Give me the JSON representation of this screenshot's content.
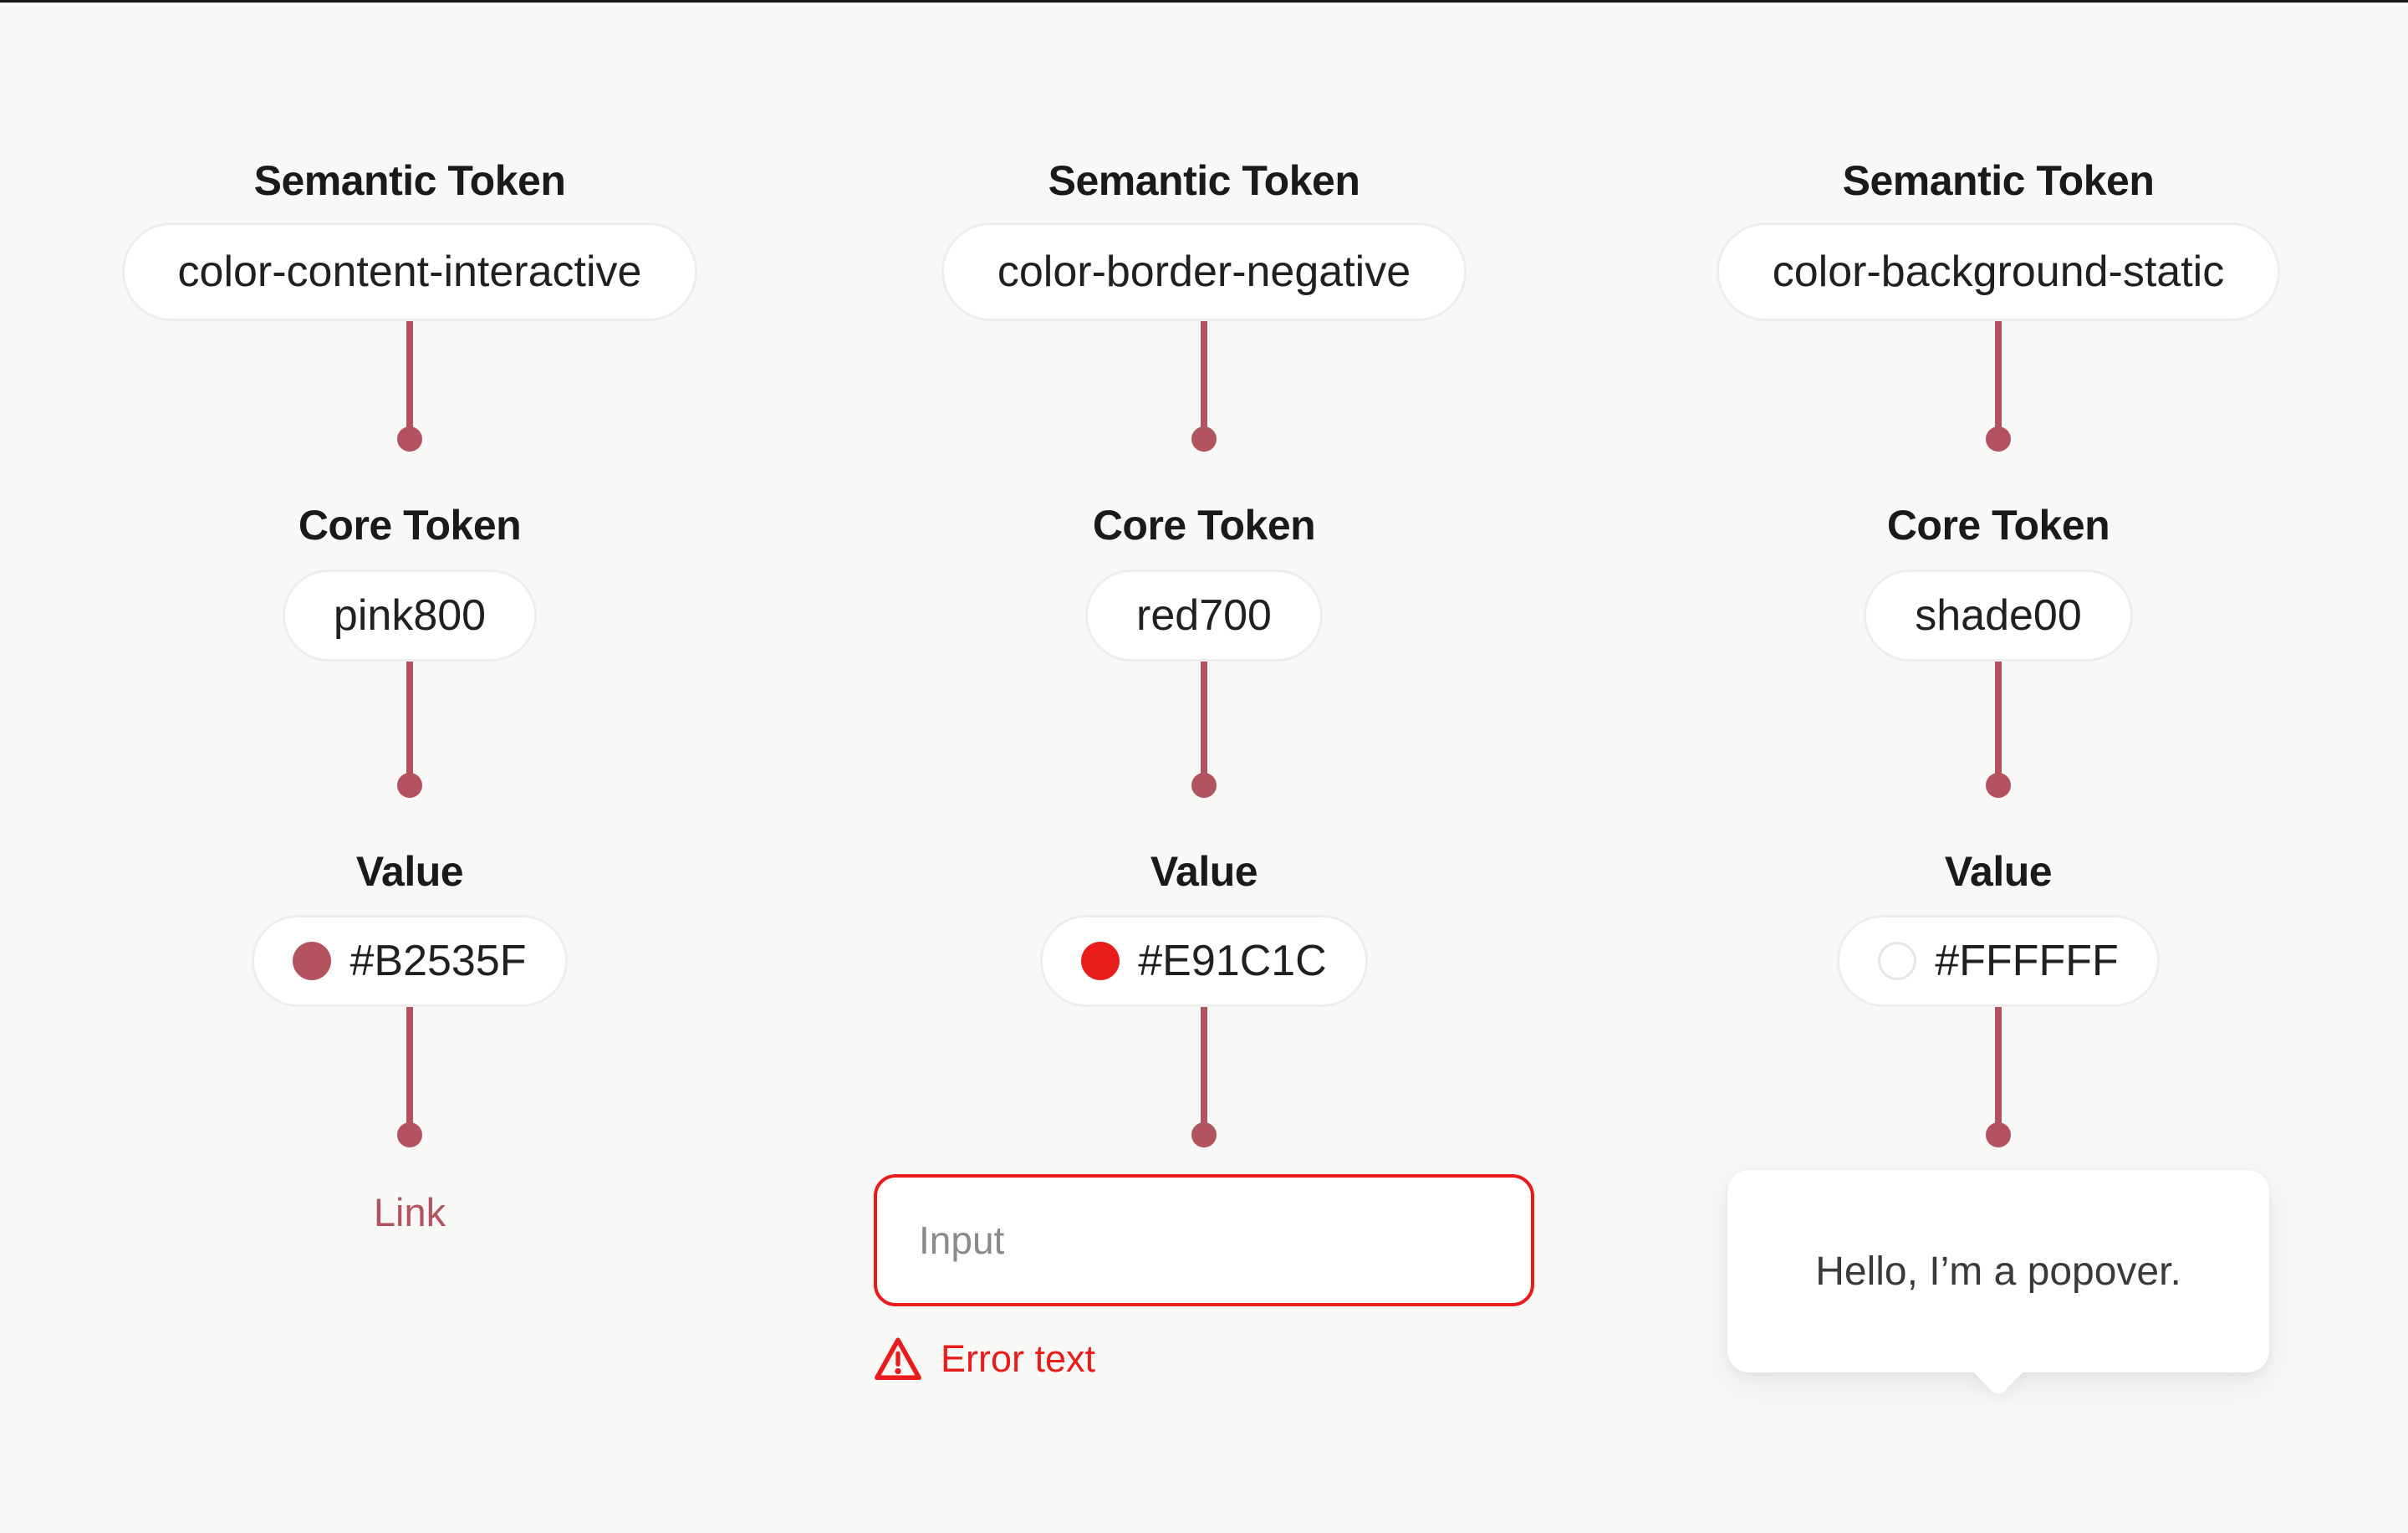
{
  "diagram": {
    "stage_labels": {
      "semantic": "Semantic Token",
      "core": "Core Token",
      "value": "Value"
    }
  },
  "colors": {
    "background": "#F8F8F7",
    "accent": "#B2535F",
    "negative": "#E91C1C",
    "pill_border": "#EDEDEB",
    "heading_text": "#1A1A1A",
    "pill_text": "#202020",
    "placeholder_text": "#8A8A8A",
    "popover_text": "#3A3A3A"
  },
  "columns": [
    {
      "semantic_token": "color-content-interactive",
      "core_token": "pink800",
      "value": "#B2535F",
      "swatch": "#B2535F",
      "example": {
        "kind": "link",
        "label": "Link"
      }
    },
    {
      "semantic_token": "color-border-negative",
      "core_token": "red700",
      "value": "#E91C1C",
      "swatch": "#E91C1C",
      "example": {
        "kind": "input",
        "placeholder": "Input",
        "error_text": "Error text",
        "icon": "warning-triangle-icon"
      }
    },
    {
      "semantic_token": "color-background-static",
      "core_token": "shade00",
      "value": "#FFFFFF",
      "swatch": "#FFFFFF",
      "example": {
        "kind": "popover",
        "text": "Hello, I’m a popover."
      }
    }
  ]
}
